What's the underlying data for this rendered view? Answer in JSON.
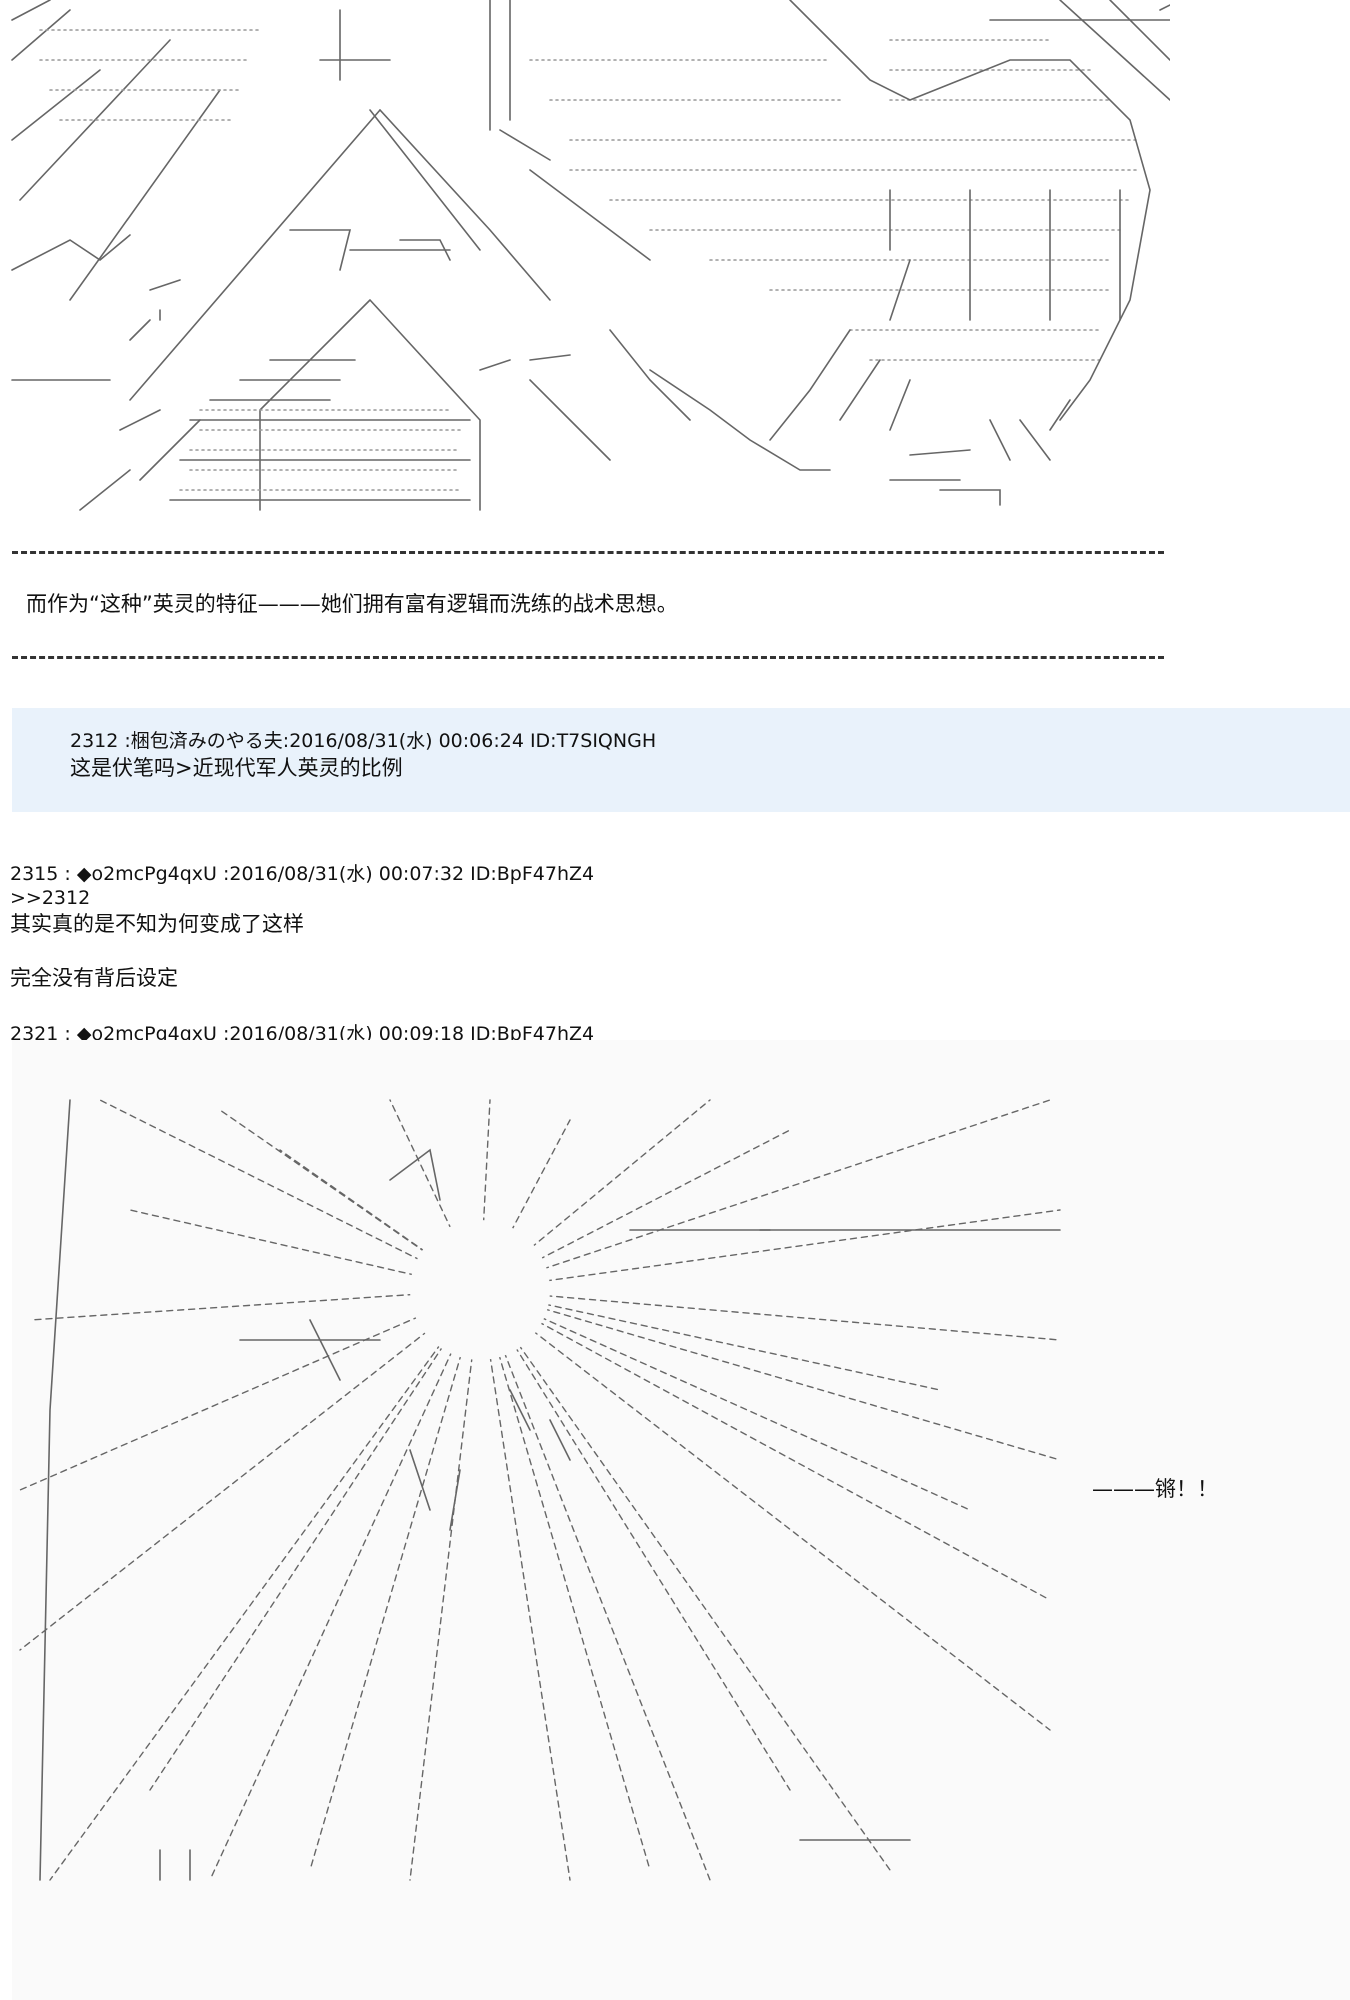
{
  "caption": "而作为“这种”英灵的特征———她们拥有富有逻辑而洗练的战术思想。",
  "quote": {
    "meta": "2312 :梱包済みのやる夫:2016/08/31(水) 00:06:24 ID:T7SIQNGH",
    "body": "这是伏笔吗>近现代军人英灵的比例"
  },
  "post_2315": {
    "header": "2315 : ◆o2mcPg4qxU :2016/08/31(水) 00:07:32 ID:BpF47hZ4",
    "anchor": ">>2312",
    "line1": "其实真的是不知为何变成了这样",
    "line2": "完全没有背后设定"
  },
  "post_2321": {
    "header": "2321 : ◆o2mcPg4qxU :2016/08/31(水) 00:09:18 ID:BpF47hZ4",
    "sfx": "———锵！！"
  },
  "colors": {
    "quote_bg": "#e9f2fb",
    "text": "#111111",
    "art": "#555555"
  }
}
